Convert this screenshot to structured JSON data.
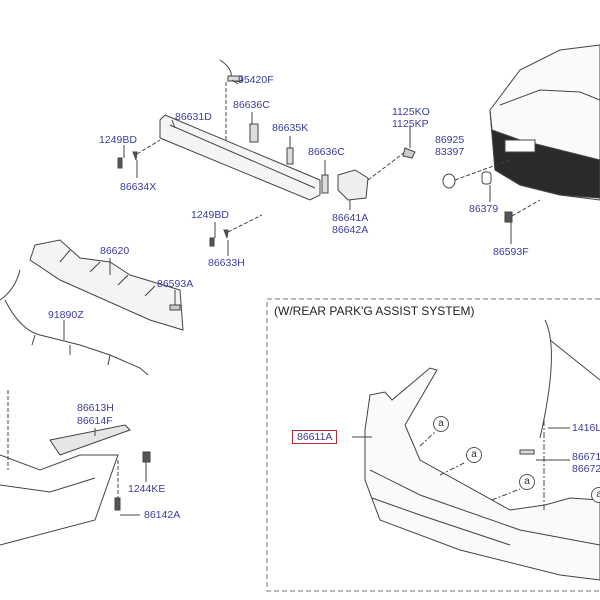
{
  "section_title": "(W/REAR PARK'G ASSIST SYSTEM)",
  "highlight_color": "#c0282d",
  "label_color": "#3b3b9e",
  "callout_letter": "a",
  "parts": {
    "p95420F": "95420F",
    "p86631D": "86631D",
    "p86636C_a": "86636C",
    "p86635K": "86635K",
    "p1249BD_a": "1249BD",
    "p86634X": "86634X",
    "p86636C_b": "86636C",
    "p1125KO": "1125KO",
    "p1125KP": "1125KP",
    "p86925": "86925",
    "p83397": "83397",
    "p1249BD_b": "1249BD",
    "p86633H": "86633H",
    "p86641A": "86641A",
    "p86642A": "86642A",
    "p86379": "86379",
    "p86593F": "86593F",
    "p86620": "86620",
    "p86593A": "86593A",
    "p91890Z": "91890Z",
    "p86613H": "86613H",
    "p86614F": "86614F",
    "p1244KE": "1244KE",
    "p86142A": "86142A",
    "p86611A": "86611A",
    "p1416L": "1416L",
    "p86671": "86671",
    "p86672": "86672"
  }
}
